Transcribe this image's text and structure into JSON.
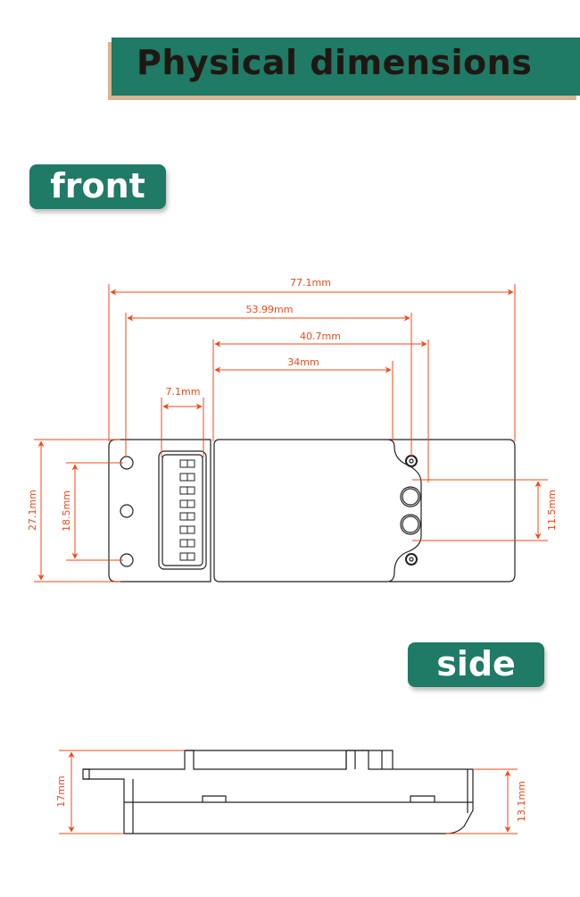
{
  "header": {
    "title": "Physical dimensions"
  },
  "sections": {
    "front": {
      "label": "front"
    },
    "side": {
      "label": "side"
    }
  },
  "colors": {
    "banner": "#1f7a66",
    "banner_shadow": "#d9b48f",
    "dimension": "#f04a1a",
    "outline": "#222222"
  },
  "front_dimensions": {
    "overall_length": "77.1mm",
    "mount_hole_span": "53.99mm",
    "body_length": "40.7mm",
    "inner_length": "34mm",
    "dip_switch_width": "7.1mm",
    "overall_width": "27.1mm",
    "hole_spacing": "18.5mm",
    "connector_gap": "11.5mm"
  },
  "side_dimensions": {
    "overall_height": "17mm",
    "body_height": "13.1mm"
  },
  "dip_switch": {
    "positions": 8
  }
}
